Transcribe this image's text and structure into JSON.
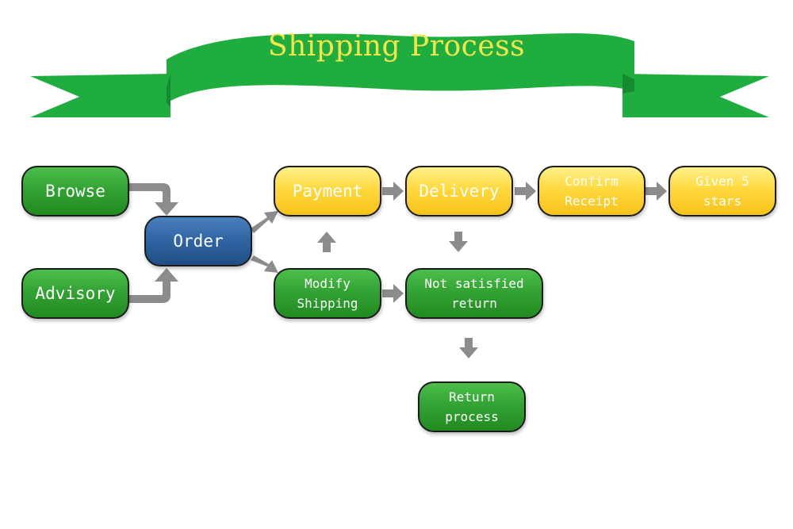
{
  "title": "Shipping Process",
  "colors": {
    "banner": "#1fad3f",
    "title_text": "#f4e54a",
    "green_box": "#33a333",
    "yellow_box": "#ffd93e",
    "blue_box": "#2f64a3",
    "arrow": "#8c8c8c"
  },
  "nodes": {
    "browse": "Browse",
    "advisory": "Advisory",
    "order": "Order",
    "payment": "Payment",
    "delivery": "Delivery",
    "confirm_receipt": "Confirm\nReceipt",
    "given_5_stars": "Given 5\nstars",
    "modify_shipping": "Modify\nShipping",
    "not_satisfied_return": "Not satisfied\nreturn",
    "return_process": "Return\nprocess"
  }
}
